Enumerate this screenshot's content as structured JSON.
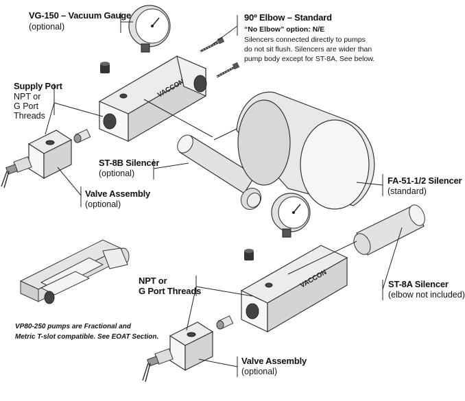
{
  "labels": {
    "vg150_title": "VG-150 – Vacuum Gauge",
    "vg150_sub": "(optional)",
    "elbow_title": "90º Elbow – Standard",
    "elbow_option": "“No Elbow” option: N/E",
    "elbow_note_1": "Silencers connected directly to pumps",
    "elbow_note_2": "do not sit flush. Silencers are wider than",
    "elbow_note_3": "pump body except for ST-8A. See below.",
    "supply_title": "Supply Port",
    "supply_l1": "NPT or",
    "supply_l2": "G Port",
    "supply_l3": "Threads",
    "st8b_title": "ST-8B Silencer",
    "st8b_sub": "(optional)",
    "valve_title_1": "Valve Assembly",
    "valve_sub_1": "(optional)",
    "fa51_title": "FA-51-1/2 Silencer",
    "fa51_sub": "(standard)",
    "npt_title_1": "NPT or",
    "npt_title_2": "G Port Threads",
    "st8a_title": "ST-8A Silencer",
    "st8a_sub": "(elbow not included)",
    "vp80_note_1": "VP80-250 pumps are Fractional and",
    "vp80_note_2": "Metric T-slot compatible. See EOAT Section.",
    "valve_title_2": "Valve Assembly",
    "valve_sub_2": "(optional)",
    "brand": "VACCON"
  }
}
